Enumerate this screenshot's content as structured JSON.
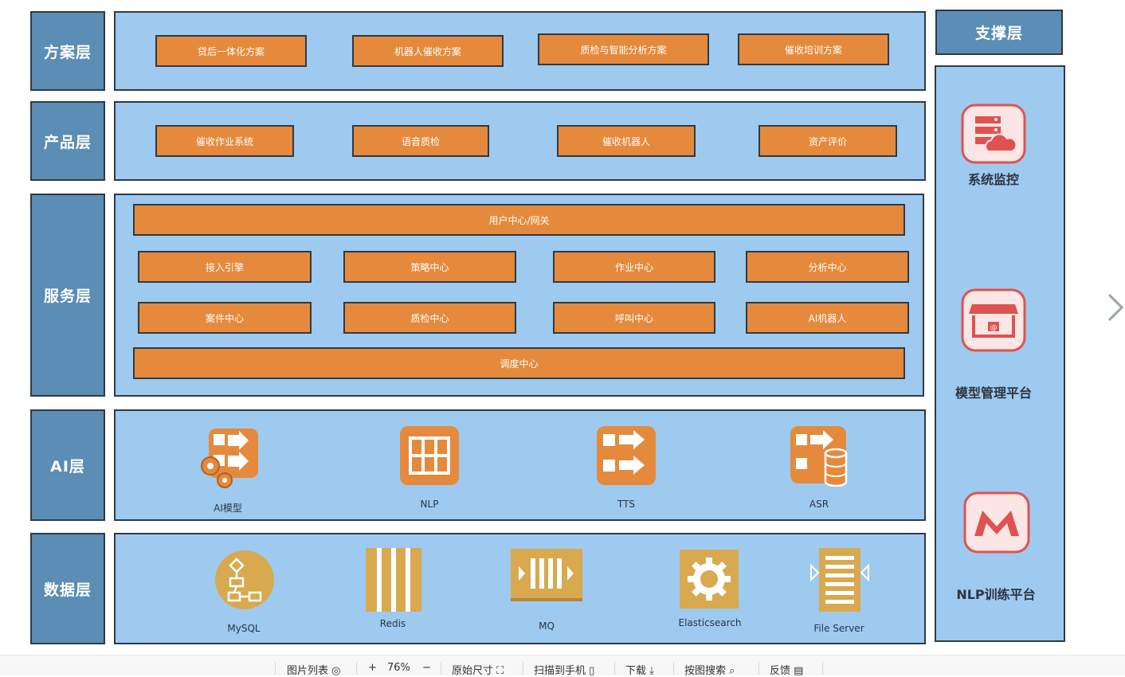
{
  "layers": {
    "solution": "方案层",
    "product": "产品层",
    "service": "服务层",
    "ai": "AI层",
    "data": "数据层"
  },
  "solutions": [
    "贷后一体化方案",
    "机器人催收方案",
    "质检与智能分析方案",
    "催收培训方案"
  ],
  "products": [
    "催收作业系统",
    "语音质检",
    "催收机器人",
    "资产评价"
  ],
  "services": {
    "top": "用户中心/网关",
    "row1": [
      "接入引擎",
      "策略中心",
      "作业中心",
      "分析中心"
    ],
    "row2": [
      "案件中心",
      "质检中心",
      "呼叫中心",
      "AI机器人"
    ],
    "bottom": "调度中心"
  },
  "ai_items": [
    {
      "label": "AI模型",
      "icon": "ai-model-icon"
    },
    {
      "label": "NLP",
      "icon": "nlp-grid-icon"
    },
    {
      "label": "TTS",
      "icon": "tts-arrows-icon"
    },
    {
      "label": "ASR",
      "icon": "asr-database-icon"
    }
  ],
  "data_items": [
    {
      "label": "MySQL",
      "icon": "flowchart-icon"
    },
    {
      "label": "Redis",
      "icon": "columns-icon"
    },
    {
      "label": "MQ",
      "icon": "queue-icon"
    },
    {
      "label": "Elasticsearch",
      "icon": "gear-icon"
    },
    {
      "label": "File Server",
      "icon": "file-list-icon"
    }
  ],
  "support": {
    "title": "支撑层",
    "items": [
      {
        "label": "系统监控",
        "icon": "server-cloud-icon"
      },
      {
        "label": "模型管理平台",
        "icon": "store-icon"
      },
      {
        "label": "NLP训练平台",
        "icon": "m-logo-icon"
      }
    ]
  },
  "toolbar": {
    "list": "图片列表",
    "zoom_in": "+",
    "zoom": "76%",
    "zoom_out": "−",
    "original": "原始尺寸",
    "scan": "扫描到手机",
    "download": "下载",
    "search": "按图搜索",
    "feedback": "反馈"
  },
  "colors": {
    "label_bg": "#5b8db5",
    "panel_bg": "#9ecaf0",
    "orange": "#e58a3c",
    "gold": "#d8a94f",
    "red_icon": "#e0524f"
  }
}
